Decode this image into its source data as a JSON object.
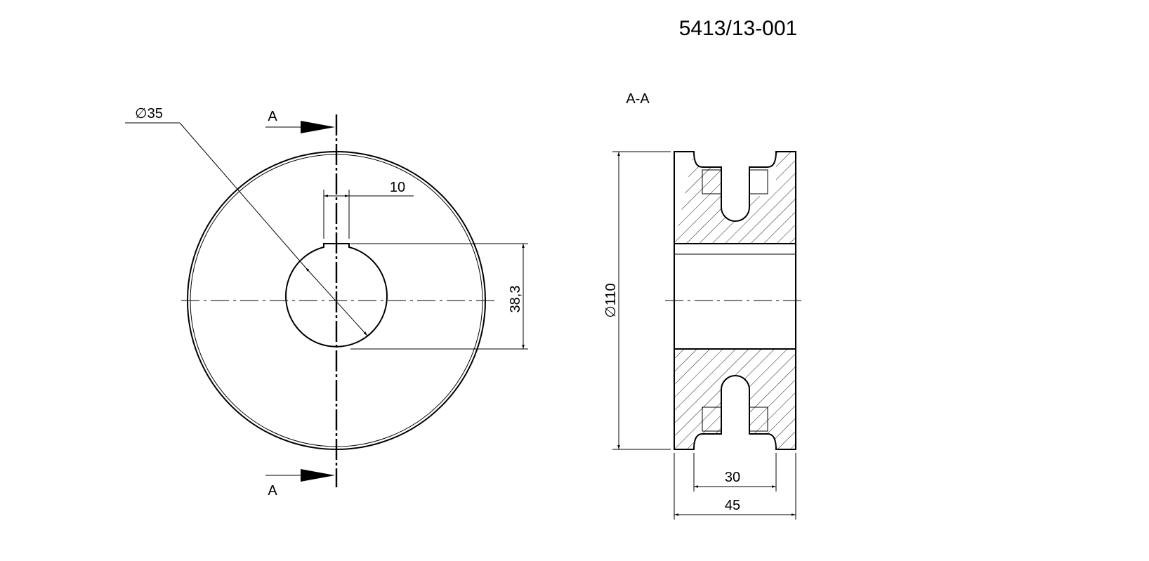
{
  "title_block": {
    "part_number": "5413/13-001"
  },
  "front_view": {
    "section_marker_top": "A",
    "section_marker_bottom": "A",
    "bore_diameter_label": "∅35",
    "keyway_width_label": "10",
    "keyway_depth_label": "38,3"
  },
  "section_view": {
    "section_label": "A-A",
    "outer_diameter_label": "∅110",
    "groove_spacing_label": "30",
    "total_width_label": "45"
  }
}
